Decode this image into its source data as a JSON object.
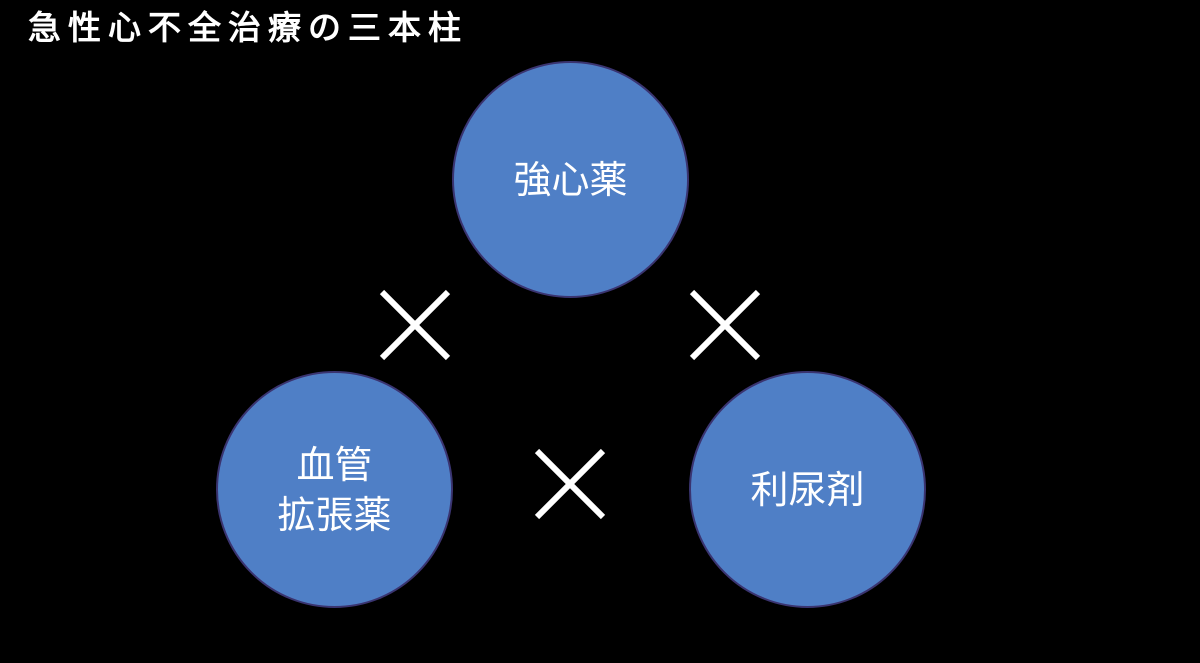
{
  "title": "急性心不全治療の三本柱",
  "pillars": {
    "top": "強心薬",
    "left": "血管\n拡張薬",
    "right": "利尿剤"
  },
  "icons": {
    "connector": "cross-icon"
  },
  "colors": {
    "background": "#000000",
    "circle_fill": "#4f7fc6",
    "circle_border": "#3a3470",
    "text": "#ffffff"
  }
}
